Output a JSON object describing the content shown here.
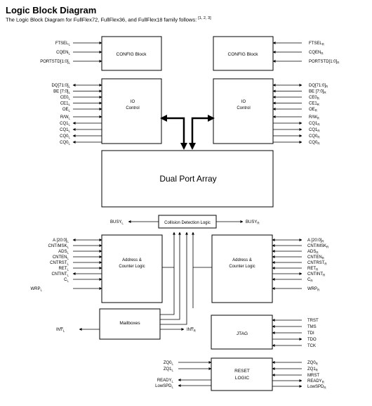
{
  "header": {
    "title": "Logic Block Diagram",
    "subtitle": "The Logic Block Diagram for FullFlex72, FullFlex36, and FullFlex18 family follows:",
    "refs": "[1, 2, 3]"
  },
  "blocks": {
    "config_left": "CONFIG Block",
    "config_right": "CONFIG Block",
    "io_left": [
      "IO",
      "Control"
    ],
    "io_right": [
      "IO",
      "Control"
    ],
    "dual_port": "Dual Port Array",
    "collision": "Collision Detection Logic",
    "addr_left": [
      "Address &",
      "Counter Logic"
    ],
    "addr_right": [
      "Address &",
      "Counter Logic"
    ],
    "mailboxes": "Mailboxes",
    "jtag": "JTAG",
    "reset": [
      "RESET",
      "LOGIC"
    ]
  },
  "signals": {
    "config_left": [
      [
        "FTSEL",
        "L"
      ],
      [
        "CQEN",
        "L"
      ],
      [
        "PORTSTD[1:0]",
        "L"
      ]
    ],
    "config_right": [
      [
        "FTSEL",
        "R"
      ],
      [
        "CQEN",
        "R"
      ],
      [
        "PORTSTD[1:0]",
        "R"
      ]
    ],
    "io_left_top": [
      [
        "DQ[71:0]",
        "L"
      ],
      [
        "BE [7:0]",
        "L"
      ],
      [
        "CE0",
        "L"
      ],
      [
        "CE1",
        "L"
      ],
      [
        "OE",
        "L"
      ]
    ],
    "io_left_bottom": [
      [
        "R/W",
        "L"
      ],
      [
        "CQ1",
        "L"
      ],
      [
        "CQ1",
        "L"
      ],
      [
        "CQ0",
        "L"
      ],
      [
        "CQ0",
        "L"
      ]
    ],
    "io_right_top": [
      [
        "DQ[71:0]",
        "R"
      ],
      [
        "BE [7:0]",
        "R"
      ],
      [
        "CE0",
        "R"
      ],
      [
        "CE1",
        "R"
      ],
      [
        "OE",
        "R"
      ]
    ],
    "io_right_bottom": [
      [
        "R/W",
        "R"
      ],
      [
        "CQ1",
        "R"
      ],
      [
        "CQ1",
        "R"
      ],
      [
        "CQ0",
        "R"
      ],
      [
        "CQ0",
        "R"
      ]
    ],
    "busy_left": [
      "BUSY",
      "L"
    ],
    "busy_right": [
      "BUSY",
      "R"
    ],
    "addr_left": [
      [
        "A [20:0]",
        "L"
      ],
      [
        "CNT/MSK",
        "L"
      ],
      [
        "ADS",
        "L"
      ],
      [
        "CNTEN",
        "L"
      ],
      [
        "CNTRST",
        "L"
      ],
      [
        "RET",
        "L"
      ],
      [
        "CNTINT",
        "L"
      ],
      [
        "C",
        "L"
      ],
      [
        "WRP",
        "L"
      ]
    ],
    "addr_right": [
      [
        "A [20:0]",
        "R"
      ],
      [
        "CNT/MSK",
        "R"
      ],
      [
        "ADS",
        "R"
      ],
      [
        "CNTEN",
        "R"
      ],
      [
        "CNTRST",
        "R"
      ],
      [
        "RET",
        "R"
      ],
      [
        "CNTINT",
        "R"
      ],
      [
        "C",
        "R"
      ],
      [
        "WRP",
        "R"
      ]
    ],
    "int_left": [
      "INT",
      "L"
    ],
    "int_right": [
      "INT",
      "R"
    ],
    "jtag": [
      "TRST",
      "TMS",
      "TDI",
      "TDO",
      "TCK"
    ],
    "reset_left": [
      [
        "ZQ0",
        "L"
      ],
      [
        "ZQ1",
        "L"
      ],
      [
        "READY",
        "L"
      ],
      [
        "LowSPD",
        "L"
      ]
    ],
    "reset_right": [
      [
        "ZQ0",
        "R"
      ],
      [
        "ZQ1",
        "R"
      ],
      [
        "MRST",
        ""
      ],
      [
        "READY",
        "R"
      ],
      [
        "LowSPD",
        "R"
      ]
    ]
  }
}
